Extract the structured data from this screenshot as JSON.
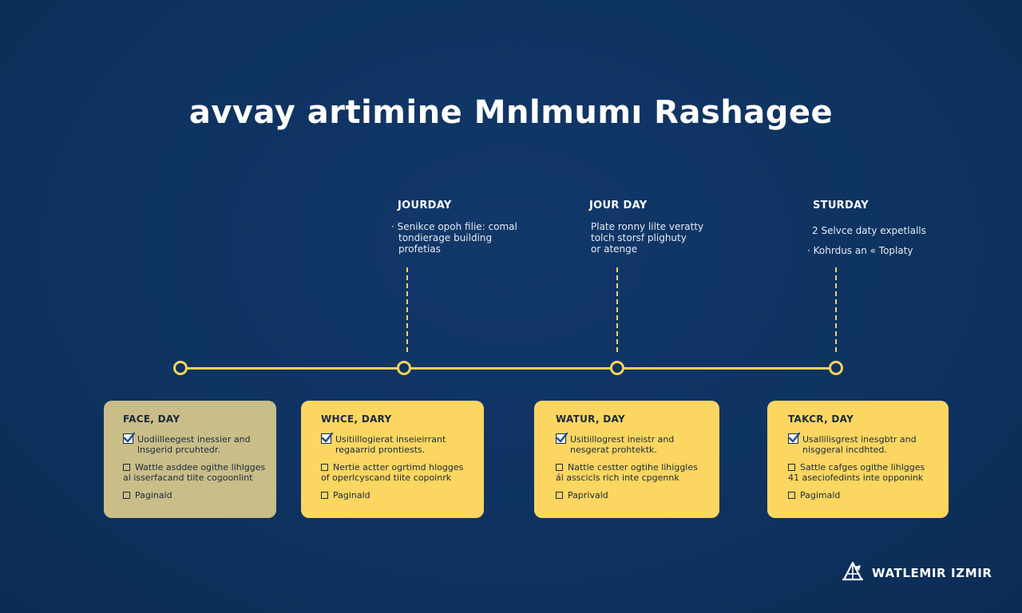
{
  "title": "avvay artimine Mnlmumı Rashagee",
  "milestones": [
    {
      "label": "JOURDAY",
      "bullet": "·",
      "lines": [
        "Senikce opoh filie: comal",
        "tondierage building",
        "profetias"
      ]
    },
    {
      "label": "JOUR DAY",
      "bullet": "",
      "lines": [
        "Plate ronny lilte veratty",
        "tolch storsf plighuty",
        "or atenge"
      ]
    },
    {
      "label": "STURDAY",
      "bullet": "",
      "lines": [
        "2 Selvce daty expetlalls",
        "· Kohrdus an « Toplaty"
      ]
    }
  ],
  "cards": [
    {
      "title": "FACE, DAY",
      "items": [
        {
          "checked": true,
          "lines": [
            "Uodiilleegest inessier and",
            "lnsgerid prcuhtedr."
          ]
        },
        {
          "checked": false,
          "lines": [
            "Wattle asddee ogithe lihlgges",
            "al isserfacand tiite cogoonlint"
          ]
        },
        {
          "checked": false,
          "lines": [
            "Paginald"
          ]
        }
      ]
    },
    {
      "title": "WHCE, DARY",
      "items": [
        {
          "checked": true,
          "lines": [
            "Usitiillogierat inseieirrant",
            "regaarrid prontiests."
          ]
        },
        {
          "checked": false,
          "lines": [
            "Nertie actter ogrtimd hlogges",
            "of operlcyscand tiite copoinrk"
          ]
        },
        {
          "checked": false,
          "lines": [
            "Paginald"
          ]
        }
      ]
    },
    {
      "title": "WATUR, DAY",
      "items": [
        {
          "checked": true,
          "lines": [
            "Usitiillogrest ineistr and",
            "nesgerat prohtektk."
          ]
        },
        {
          "checked": false,
          "lines": [
            "Nattle cestter ogtihe lihiggles",
            "ál asscicls rich inte cpgennk"
          ]
        },
        {
          "checked": false,
          "lines": [
            "Paprivald"
          ]
        }
      ]
    },
    {
      "title": "TAKCR, DAY",
      "items": [
        {
          "checked": true,
          "lines": [
            "Usallilisgrest inesgbtr and",
            "nisggeral incdhted."
          ]
        },
        {
          "checked": false,
          "lines": [
            "Sattle cafges ogithe lihlgges",
            "41 aseciofedints inte opponink"
          ]
        },
        {
          "checked": false,
          "lines": [
            "Pagimald"
          ]
        }
      ]
    }
  ],
  "brand": {
    "name": "WATLEMIR IZMIR",
    "icon": "brand-logo-icon"
  },
  "colors": {
    "background": "#0f3460",
    "accent": "#f4d35e",
    "card": "#fbd660",
    "card_muted": "#c9bd88",
    "card_text": "#1b2a3a"
  }
}
